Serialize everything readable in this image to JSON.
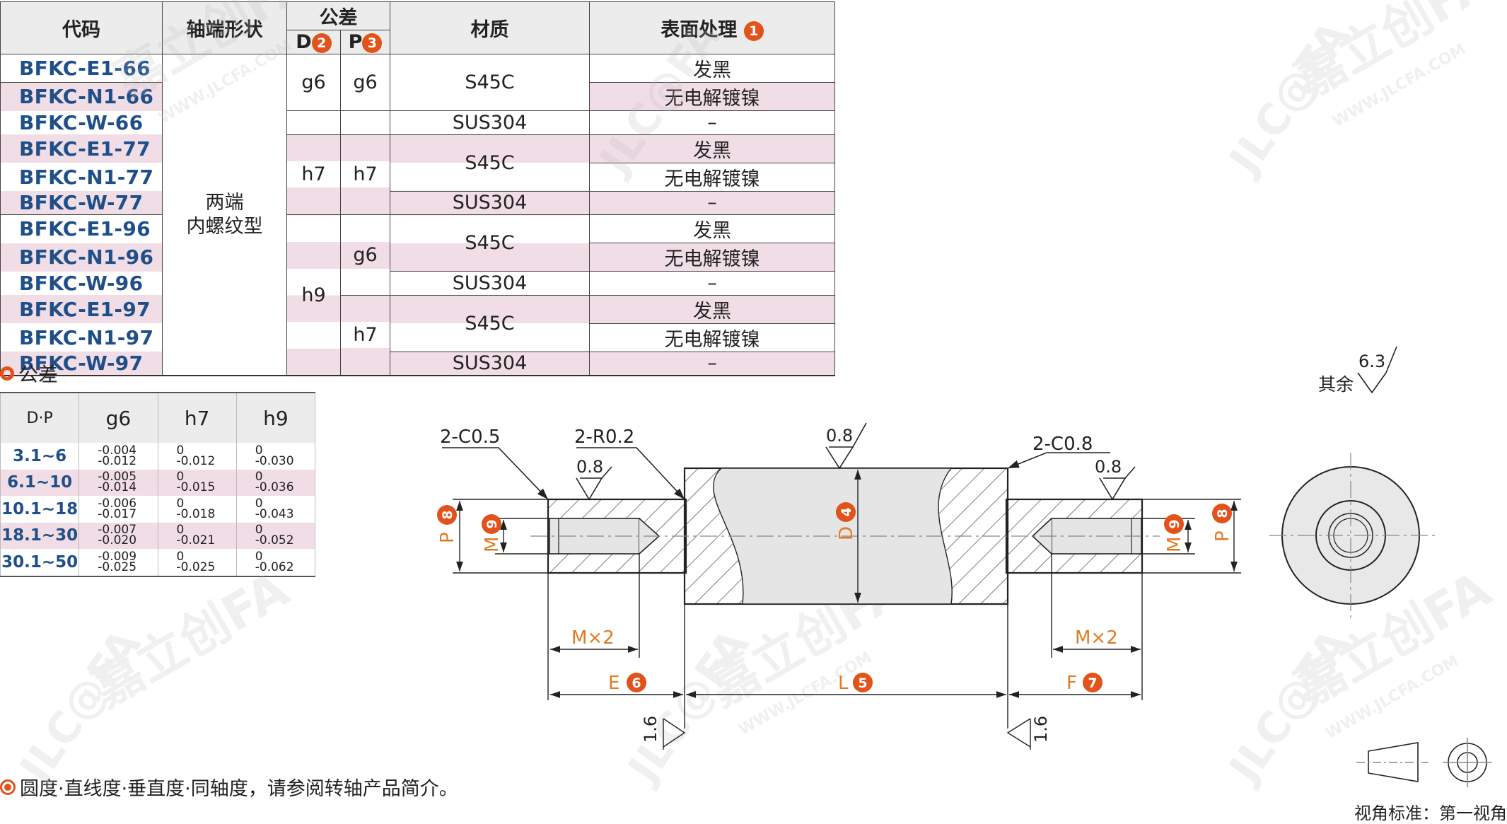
{
  "spec_table": {
    "headers": {
      "code": "代码",
      "shape": "轴端形状",
      "tolerance": "公差",
      "d": "D",
      "p": "P",
      "material": "材质",
      "surface": "表面处理"
    },
    "badges": {
      "surface": "1",
      "d": "2",
      "p": "3"
    },
    "shape_value": [
      "两端",
      "内螺纹型"
    ],
    "rows": [
      {
        "code": "BFKC-E1-66",
        "material": "S45C",
        "surface": "发黑"
      },
      {
        "code": "BFKC-N1-66",
        "material": "",
        "surface": "无电解镀镍"
      },
      {
        "code": "BFKC-W-66",
        "material": "SUS304",
        "surface": "–"
      },
      {
        "code": "BFKC-E1-77",
        "material": "S45C",
        "surface": "发黑"
      },
      {
        "code": "BFKC-N1-77",
        "material": "",
        "surface": "无电解镀镍"
      },
      {
        "code": "BFKC-W-77",
        "material": "SUS304",
        "surface": "–"
      },
      {
        "code": "BFKC-E1-96",
        "material": "S45C",
        "surface": "发黑"
      },
      {
        "code": "BFKC-N1-96",
        "material": "",
        "surface": "无电解镀镍"
      },
      {
        "code": "BFKC-W-96",
        "material": "SUS304",
        "surface": "–"
      },
      {
        "code": "BFKC-E1-97",
        "material": "S45C",
        "surface": "发黑"
      },
      {
        "code": "BFKC-N1-97",
        "material": "",
        "surface": "无电解镀镍"
      },
      {
        "code": "BFKC-W-97",
        "material": "SUS304",
        "surface": "–"
      }
    ],
    "d_values": [
      "g6",
      "h7",
      "h9"
    ],
    "p_values": [
      "g6",
      "h7",
      "g6",
      "h7"
    ]
  },
  "tolerance": {
    "heading": "公差",
    "headers": [
      "D·P",
      "g6",
      "h7",
      "h9"
    ],
    "rows": [
      {
        "range": "3.1~6",
        "g6": [
          "-0.004",
          "-0.012"
        ],
        "h7": [
          "0",
          "-0.012"
        ],
        "h9": [
          "0",
          "-0.030"
        ]
      },
      {
        "range": "6.1~10",
        "g6": [
          "-0.005",
          "-0.014"
        ],
        "h7": [
          "0",
          "-0.015"
        ],
        "h9": [
          "0",
          "-0.036"
        ]
      },
      {
        "range": "10.1~18",
        "g6": [
          "-0.006",
          "-0.017"
        ],
        "h7": [
          "0",
          "-0.018"
        ],
        "h9": [
          "0",
          "-0.043"
        ]
      },
      {
        "range": "18.1~30",
        "g6": [
          "-0.007",
          "-0.020"
        ],
        "h7": [
          "0",
          "-0.021"
        ],
        "h9": [
          "0",
          "-0.052"
        ]
      },
      {
        "range": "30.1~50",
        "g6": [
          "-0.009",
          "-0.025"
        ],
        "h7": [
          "0",
          "-0.025"
        ],
        "h9": [
          "0",
          "-0.062"
        ]
      }
    ]
  },
  "note": "圆度·直线度·垂直度·同轴度，请参阅转轴产品简介。",
  "drawing": {
    "roughness_rest_label": "其余",
    "roughness_rest": "6.3",
    "chamfer_left": "2-C0.5",
    "radius": "2-R0.2",
    "chamfer_right": "2-C0.8",
    "roughness_fine": "0.8",
    "roughness_end": "1.6",
    "dims": {
      "P": "P",
      "M": "M",
      "D": "D",
      "L": "L",
      "E": "E",
      "F": "F",
      "Mx2": "M×2"
    },
    "badges": {
      "P": "8",
      "M": "9",
      "D": "4",
      "L": "5",
      "E": "6",
      "F": "7"
    },
    "projection": "视角标准：第一视角"
  },
  "watermark": {
    "brand": "嘉立创FA",
    "site": "WWW.JLCFA.COM",
    "logo": "JLC@FA"
  },
  "colors": {
    "accent": "#e2521b",
    "code_blue": "#1f4f8a",
    "stripe_pink": "#f1dde6",
    "header_gray": "#ececec",
    "dim_orange": "#e07b25"
  }
}
